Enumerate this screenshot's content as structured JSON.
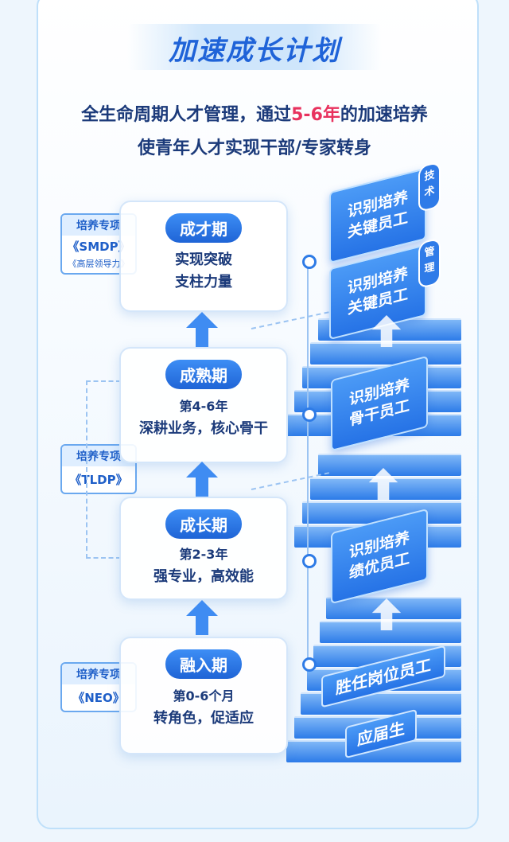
{
  "title": "加速成长计划",
  "subtitle": {
    "line1_before": "全生命周期人才管理，通过",
    "line1_highlight": "5-6年",
    "line1_after": "的加速培养",
    "line2": "使青年人才实现干部/专家转身"
  },
  "stages": [
    {
      "name": "成才期",
      "period": "",
      "desc": [
        "实现突破",
        "支柱力量"
      ]
    },
    {
      "name": "成熟期",
      "period": "第4-6年",
      "desc": [
        "深耕业务，核心骨干"
      ]
    },
    {
      "name": "成长期",
      "period": "第2-3年",
      "desc": [
        "强专业，高效能"
      ]
    },
    {
      "name": "融入期",
      "period": "第0-6个月",
      "desc": [
        "转角色，促适应"
      ]
    }
  ],
  "programs": [
    {
      "header": "培养专项",
      "name": "《SMDP》",
      "sub": "《高层领导力》"
    },
    {
      "header": "培养专项",
      "name": "《TLDP》"
    },
    {
      "header": "培养专项",
      "name": "《NEO》"
    }
  ],
  "ladder": {
    "tech_card": {
      "line1": "识别培养",
      "line2": "关键员工",
      "badge": "技术"
    },
    "mgmt_card": {
      "line1": "识别培养",
      "line2": "关键员工",
      "badge": "管理"
    },
    "backbone": {
      "line1": "识别培养",
      "line2": "骨干员工"
    },
    "performer": {
      "line1": "识别培养",
      "line2": "绩优员工"
    },
    "competent": "胜任岗位员工",
    "graduate": "应届生"
  },
  "colors": {
    "primary": "#1f64d6",
    "highlight": "#e8325e",
    "text": "#1b3a7a"
  }
}
